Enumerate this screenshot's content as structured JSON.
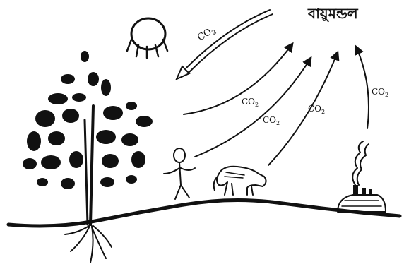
{
  "title": "বায়ুমন্ডল",
  "labels": {
    "co2_base": "CO",
    "co2_sub": "2"
  },
  "icons": [
    "sun-icon",
    "tree-icon",
    "person-icon",
    "cow-icon",
    "factory-icon",
    "ground-line"
  ],
  "colors": {
    "ink": "#111111",
    "background": "#ffffff"
  }
}
